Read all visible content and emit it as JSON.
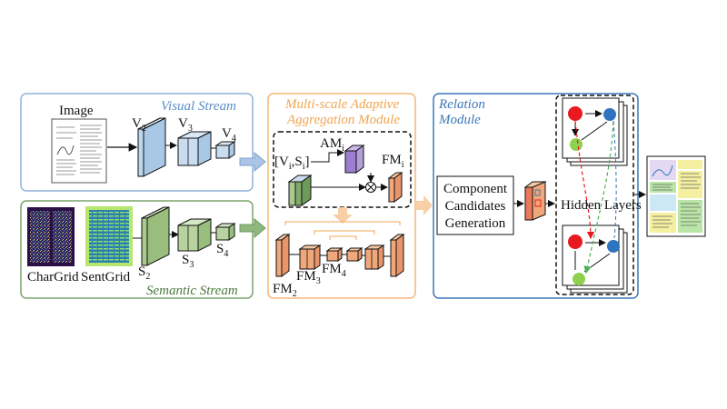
{
  "colors": {
    "visual": "#5b8ec4",
    "semantic": "#4a7a3e",
    "aggregation": "#f0a552",
    "relation": "#3a78b8",
    "node_red": "#e8191f",
    "node_blue": "#2f74c0",
    "node_green": "#8fd14f"
  },
  "visual_stream": {
    "title": "Visual Stream",
    "input_label": "Image",
    "features": [
      "V",
      "V",
      "V"
    ],
    "subscripts": [
      "2",
      "3",
      "4"
    ]
  },
  "semantic_stream": {
    "title": "Semantic Stream",
    "inputs": [
      "CharGrid",
      "SentGrid"
    ],
    "features": [
      "S",
      "S",
      "S"
    ],
    "subscripts": [
      "2",
      "3",
      "4"
    ]
  },
  "aggregation_module": {
    "title_line1": "Multi-scale Adaptive",
    "title_line2": "Aggregation Module",
    "input_open": "[V",
    "input_sub_i": "i",
    "input_mid": ",S",
    "input_sub_i2": "i",
    "input_close": "]",
    "am_label": "AM",
    "am_sub": "i",
    "fm_label": "FM",
    "fm_sub": "i",
    "fm_labels": [
      "FM",
      "FM",
      "FM"
    ],
    "fm_subs": [
      "2",
      "3",
      "4"
    ],
    "multiply_symbol": "⊗"
  },
  "relation_module": {
    "title_line1": "Relation",
    "title_line2": "Module",
    "candidates_line1": "Component",
    "candidates_line2": "Candidates",
    "candidates_line3": "Generation",
    "hidden_layers": "Hidden Layers"
  },
  "icons": [
    "arrow-icon",
    "multiply-icon",
    "graph-node-icon",
    "document-thumbnail-icon"
  ]
}
